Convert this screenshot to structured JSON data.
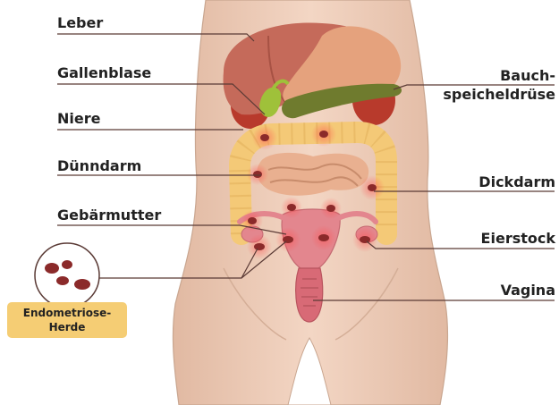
{
  "labels": {
    "leber": "Leber",
    "gallenblase": "Gallenblase",
    "niere": "Niere",
    "duenndarm": "Dünndarm",
    "gebaermutter": "Gebärmutter",
    "bauch_line1": "Bauch-",
    "bauch_line2": "speicheldrüse",
    "dickdarm": "Dickdarm",
    "eierstock": "Eierstock",
    "vagina": "Vagina"
  },
  "badge": {
    "line1": "Endometriose-",
    "line2": "Herde"
  },
  "colors": {
    "skin": "#ecc9b4",
    "skin_outline": "#c9a690",
    "liver": "#c56a5a",
    "stomach": "#e5a27d",
    "gallbladder": "#9fc13a",
    "pancreas": "#6f7b2e",
    "kidney": "#b83a2c",
    "colon": "#f4c977",
    "small_intestine": "#e9b090",
    "uterus": "#e3868e",
    "lesion": "#8b2a2a",
    "lesion_glow": "#e84a4a",
    "badge": "#f5cd74",
    "leader_line": "#5a3a35"
  }
}
